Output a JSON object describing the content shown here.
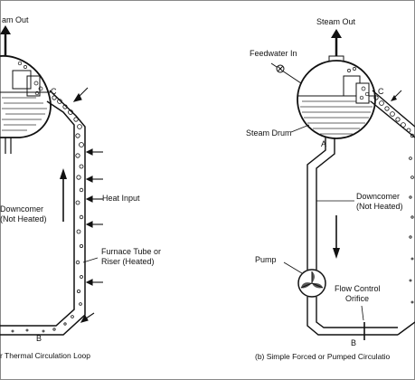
{
  "left": {
    "steam_out": "am Out",
    "point_c": "C",
    "point_b": "B",
    "downcomer_line1": "Downcomer",
    "downcomer_line2": "(Not Heated)",
    "heat_input": "Heat Input",
    "furnace_line1": "Furnace Tube or",
    "furnace_line2": "Riser (Heated)",
    "caption": "r Thermal Circulation Loop"
  },
  "right": {
    "steam_out": "Steam Out",
    "feedwater_in": "Feedwater In",
    "steam_drum": "Steam Drum",
    "point_a": "A",
    "point_c": "C",
    "point_b": "B",
    "downcomer_line1": "Downcomer",
    "downcomer_line2": "(Not Heated)",
    "pump": "Pump",
    "flow_control_line1": "Flow Control",
    "flow_control_line2": "Orifice",
    "caption": "(b)  Simple Forced or Pumped Circulatio"
  },
  "icons": {
    "valve": "valve-icon",
    "pump": "pump-icon",
    "steam_arrow": "arrow-up-icon"
  }
}
